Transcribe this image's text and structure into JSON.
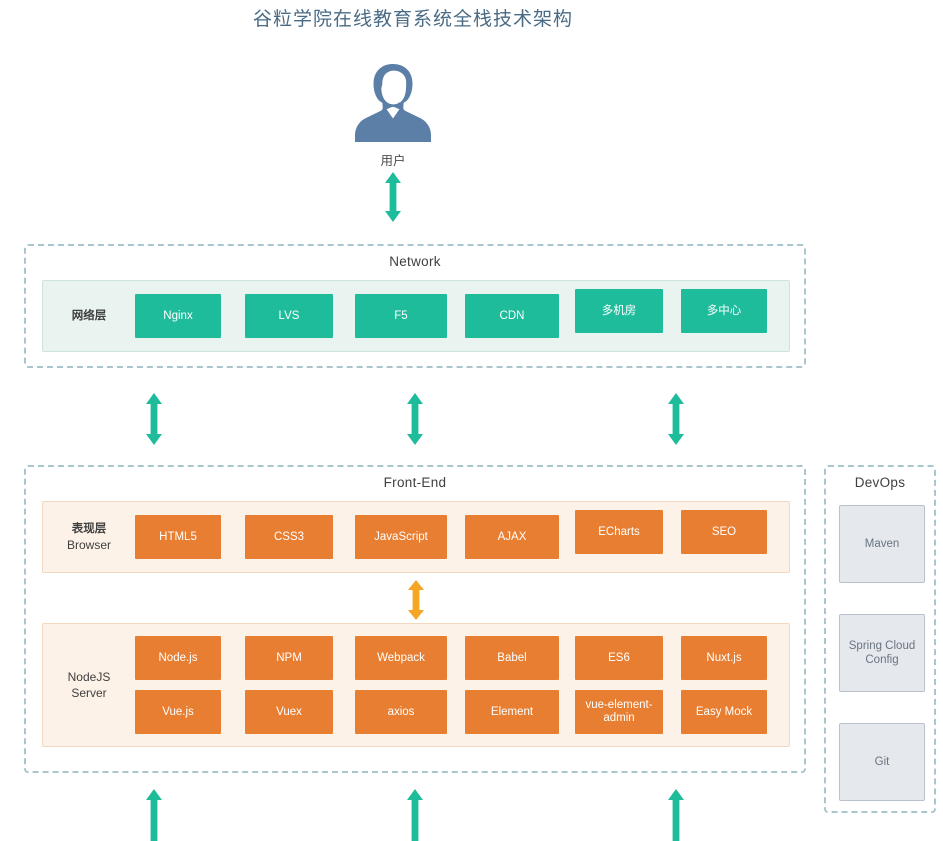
{
  "page": {
    "title": "谷粒学院在线教育系统全栈技术架构"
  },
  "user": {
    "label": "用户",
    "icon": "user-avatar-icon"
  },
  "colors": {
    "title": "#4a6b85",
    "teal_chip": "#1fbc9c",
    "teal_panel": "#e9f4f1",
    "orange_chip": "#e87e31",
    "peach_panel": "#fdf2e8",
    "dashed_border": "#a9c6ce",
    "devops_box": "#e5e9ee",
    "green_arrow": "#1fbc9c",
    "amber_arrow": "#f5a623",
    "avatar": "#5b7fa6"
  },
  "sections": {
    "network": {
      "title": "Network",
      "layer_label_cn": "网络层",
      "chips": [
        "Nginx",
        "LVS",
        "F5",
        "CDN",
        "多机房",
        "多中心"
      ]
    },
    "frontend": {
      "title": "Front-End",
      "browser": {
        "label_cn": "表现层",
        "label_en": "Browser",
        "chips": [
          "HTML5",
          "CSS3",
          "JavaScript",
          "AJAX",
          "ECharts",
          "SEO"
        ]
      },
      "nodejs": {
        "label_line1": "NodeJS",
        "label_line2": "Server",
        "row1": [
          "Node.js",
          "NPM",
          "Webpack",
          "Babel",
          "ES6",
          "Nuxt.js"
        ],
        "row2": [
          "Vue.js",
          "Vuex",
          "axios",
          "Element",
          "vue-element-admin",
          "Easy Mock"
        ]
      }
    },
    "devops": {
      "title": "DevOps",
      "boxes": [
        "Maven",
        "Spring Cloud Config",
        "Git"
      ]
    }
  },
  "arrows": {
    "user_to_network": "double-headed-arrow-green",
    "network_to_frontend": "double-headed-arrow-green",
    "browser_to_nodejs": "double-headed-arrow-amber",
    "frontend_to_below": "up-arrow-green"
  }
}
